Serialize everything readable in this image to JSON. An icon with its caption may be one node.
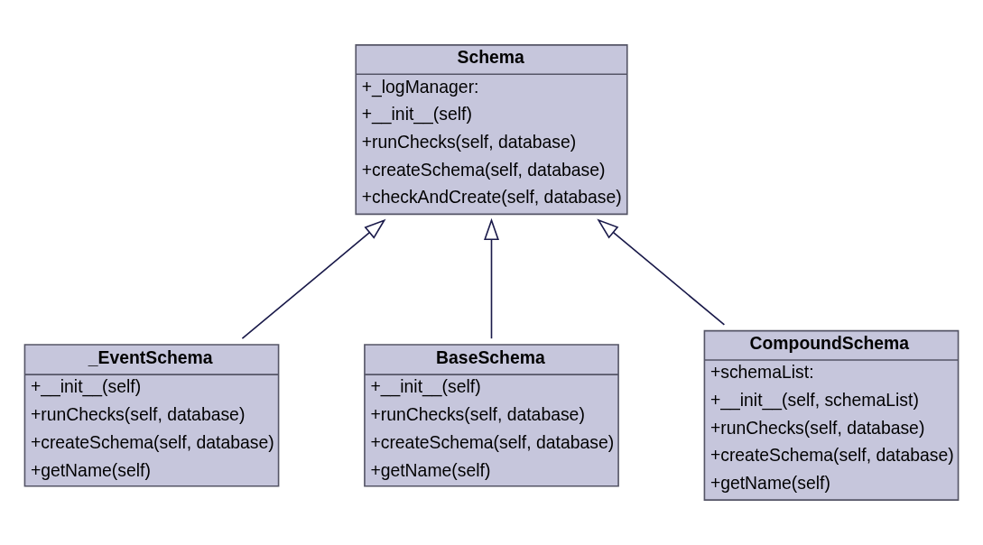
{
  "diagram": {
    "nodes": [
      {
        "text": [
          "Schema",
          "+_logManager:",
          "+__init__(self)",
          "+runChecks(self, database)",
          "+createSchema(self, database)",
          "+checkAndCreate(self, database)"
        ]
      },
      {
        "text": [
          "_EventSchema",
          "+__init__(self)",
          "+runChecks(self, database)",
          "+createSchema(self, database)",
          "+getName(self)"
        ]
      },
      {
        "text": [
          "BaseSchema",
          "+__init__(self)",
          "+runChecks(self, database)",
          "+createSchema(self, database)",
          "+getName(self)"
        ]
      },
      {
        "text": [
          "CompoundSchema",
          "+schemaList:",
          "+__init__(self, schemaList)",
          "+runChecks(self, database)",
          "+createSchema(self, database)",
          "+getName(self)"
        ]
      }
    ],
    "edges": [
      {
        "from": 1,
        "to": 0,
        "arrow": "to"
      },
      {
        "from": 2,
        "to": 0,
        "arrow": "to"
      },
      {
        "from": 3,
        "to": 0,
        "arrow": "to"
      }
    ]
  }
}
